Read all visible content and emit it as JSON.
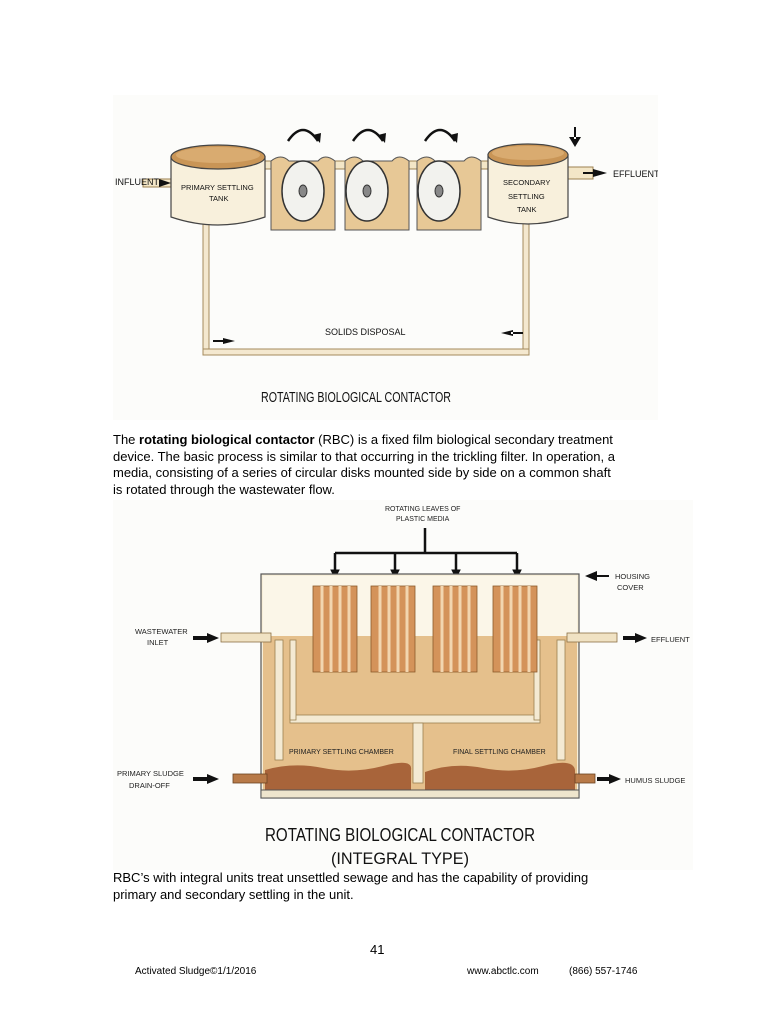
{
  "figure1": {
    "labels": {
      "influent": "INFLUENT",
      "primary_tank": [
        "PRIMARY SETTLING",
        "TANK"
      ],
      "secondary_tank": [
        "SECONDARY",
        "SETTLING",
        "TANK"
      ],
      "effluent": "EFFLUENT",
      "solids": "SOLIDS DISPOSAL"
    },
    "title": "ROTATING BIOLOGICAL CONTACTOR"
  },
  "paragraph1": {
    "prefix": "The ",
    "bold": "rotating biological contactor",
    "line1_rest": " (RBC) is a fixed film biological secondary treatment",
    "line2": "device. The basic process is similar to that occurring in the trickling filter. In operation, a",
    "line3": "media, consisting of a series of circular disks mounted side by side on a common shaft",
    "line4": "is rotated through the wastewater flow."
  },
  "figure2": {
    "labels": {
      "rotating_leaves": [
        "ROTATING LEAVES OF",
        "PLASTIC MEDIA"
      ],
      "housing": [
        "HOUSING",
        "COVER"
      ],
      "inlet": [
        "WASTEWATER",
        "INLET"
      ],
      "effluent": "EFFLUENT",
      "primary_chamber": "PRIMARY SETTLING CHAMBER",
      "final_chamber": "FINAL SETTLING CHAMBER",
      "sludge_drain": [
        "PRIMARY SLUDGE",
        "DRAIN-OFF"
      ],
      "humus": "HUMUS SLUDGE"
    },
    "title_line1": "ROTATING BIOLOGICAL CONTACTOR",
    "title_line2": "(INTEGRAL TYPE)"
  },
  "paragraph2": {
    "line1": "RBC’s with integral units treat unsettled sewage and has the capability of providing",
    "line2": "primary and secondary settling in the unit."
  },
  "page_number": "41",
  "footer": {
    "left": "Activated Sludge©1/1/2016",
    "url": "www.abctlc.com",
    "phone": "(866) 557-1746"
  },
  "colors": {
    "tan": "#d8b07a",
    "light_tan": "#f6ecd4",
    "frame": "#c9a467",
    "media_stripe": "#c98a4e",
    "sludge": "#9a5a30"
  }
}
